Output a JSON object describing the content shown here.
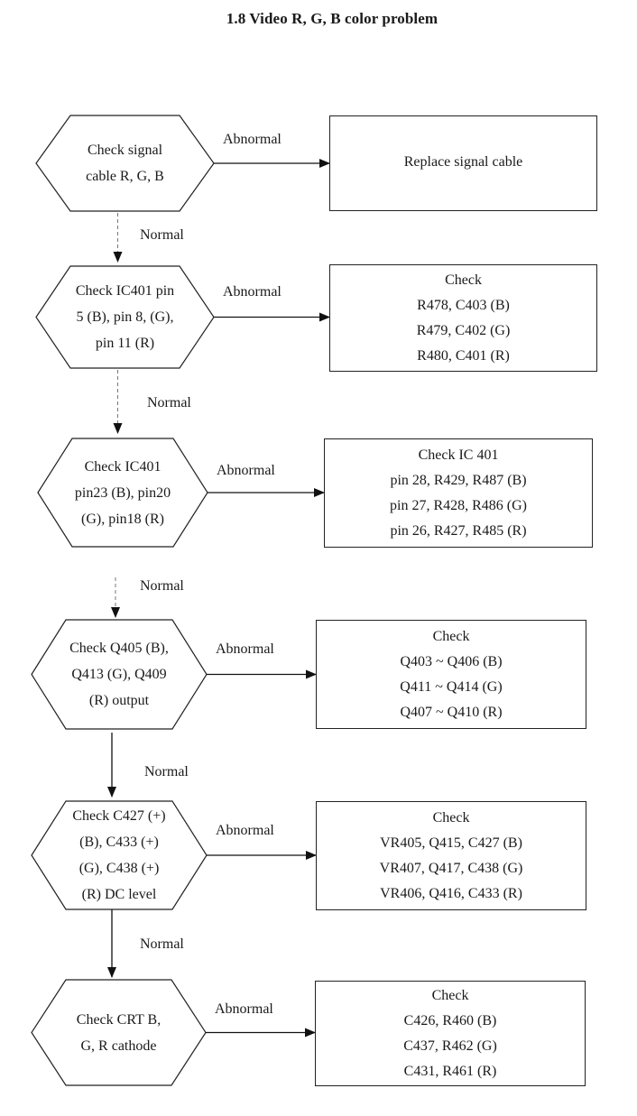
{
  "title": "1.8 Video R, G, B color problem",
  "edge_labels": {
    "abnormal": "Abnormal",
    "normal": "Normal"
  },
  "steps": [
    {
      "check": [
        "Check signal",
        "cable R, G, B"
      ],
      "action": [
        "Replace signal cable"
      ]
    },
    {
      "check": [
        "Check IC401 pin",
        "5 (B), pin 8, (G),",
        "pin 11 (R)"
      ],
      "action": [
        "Check",
        "R478, C403 (B)",
        "R479, C402 (G)",
        "R480, C401 (R)"
      ]
    },
    {
      "check": [
        "Check IC401",
        "pin23 (B), pin20",
        "(G), pin18 (R)"
      ],
      "action": [
        "Check IC 401",
        "pin 28, R429, R487 (B)",
        "pin 27, R428, R486 (G)",
        "pin 26, R427, R485 (R)"
      ]
    },
    {
      "check": [
        "Check Q405 (B),",
        "Q413 (G), Q409",
        "(R) output"
      ],
      "action": [
        "Check",
        "Q403 ~ Q406 (B)",
        "Q411 ~ Q414 (G)",
        "Q407 ~ Q410 (R)"
      ]
    },
    {
      "check": [
        "Check C427 (+)",
        "(B), C433 (+)",
        "(G), C438 (+)",
        "(R) DC level"
      ],
      "action": [
        "Check",
        "VR405, Q415, C427 (B)",
        "VR407, Q417, C438 (G)",
        "VR406, Q416, C433 (R)"
      ]
    },
    {
      "check": [
        "Check CRT B,",
        "G, R cathode"
      ],
      "action": [
        "Check",
        "C426, R460 (B)",
        "C437, R462 (G)",
        "C431, R461 (R)"
      ]
    }
  ]
}
